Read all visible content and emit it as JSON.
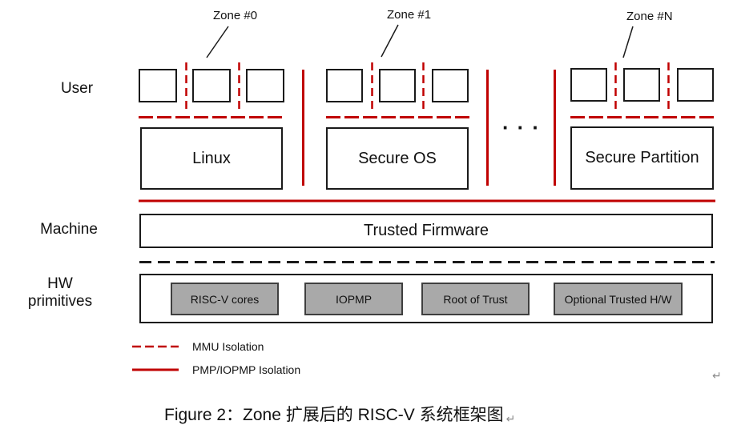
{
  "tiers": {
    "user": "User",
    "machine": "Machine",
    "hw_line1": "HW",
    "hw_line2": "primitives"
  },
  "zones": [
    {
      "label": "Zone #0"
    },
    {
      "label": "Zone #1"
    },
    {
      "label": "Zone #N"
    }
  ],
  "os_boxes": [
    {
      "label": "Linux"
    },
    {
      "label": "Secure OS"
    },
    {
      "label": "Secure Partition"
    }
  ],
  "ellipsis": "···",
  "firmware": {
    "label": "Trusted Firmware"
  },
  "hw_components": [
    {
      "label": "RISC-V cores"
    },
    {
      "label": "IOPMP"
    },
    {
      "label": "Root of Trust"
    },
    {
      "label": "Optional Trusted H/W"
    }
  ],
  "legend": [
    {
      "style": "dashed",
      "label": "MMU Isolation"
    },
    {
      "style": "solid",
      "label": "PMP/IOPMP Isolation"
    }
  ],
  "caption": "Figure 2：Zone 扩展后的 RISC-V 系统框架图",
  "paragraph_mark": "↵",
  "colors": {
    "isolation_red": "#c00000",
    "box_border_black": "#1a1a1a",
    "hw_gray_fill": "#a9a9a9"
  }
}
